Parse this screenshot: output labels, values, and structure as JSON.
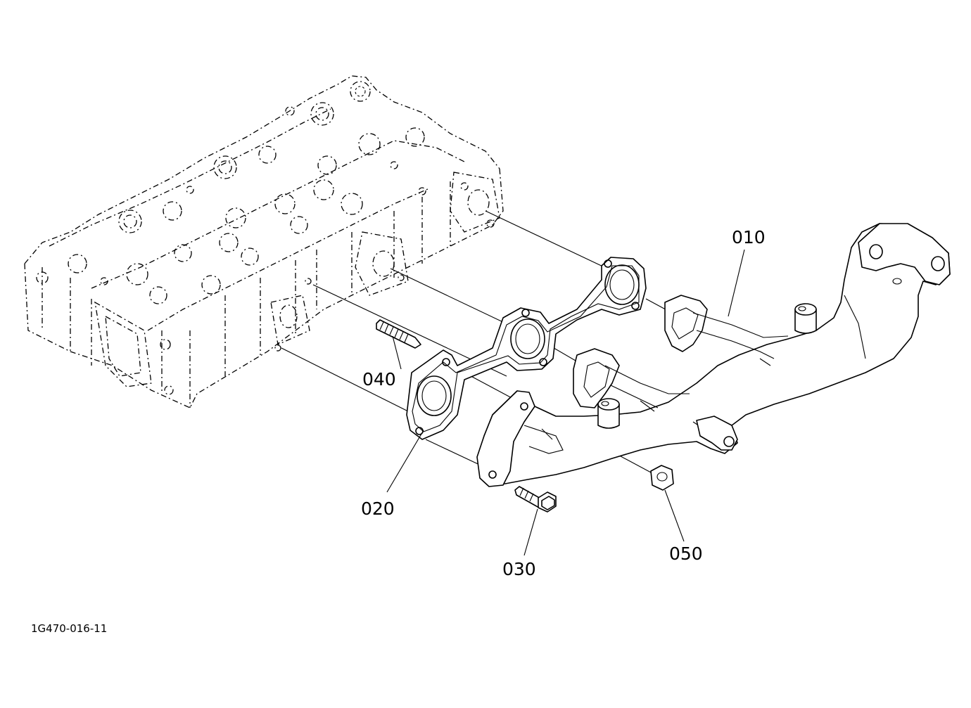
{
  "diagram": {
    "figure_id": "1G470-016-11",
    "parts": [
      {
        "key": "p010",
        "number": "010",
        "part": "exhaust-manifold"
      },
      {
        "key": "p020",
        "number": "020",
        "part": "exhaust-manifold-gasket"
      },
      {
        "key": "p030",
        "number": "030",
        "part": "flange-bolt"
      },
      {
        "key": "p040",
        "number": "040",
        "part": "stud-bolt"
      },
      {
        "key": "p050",
        "number": "050",
        "part": "flange-nut"
      }
    ]
  }
}
